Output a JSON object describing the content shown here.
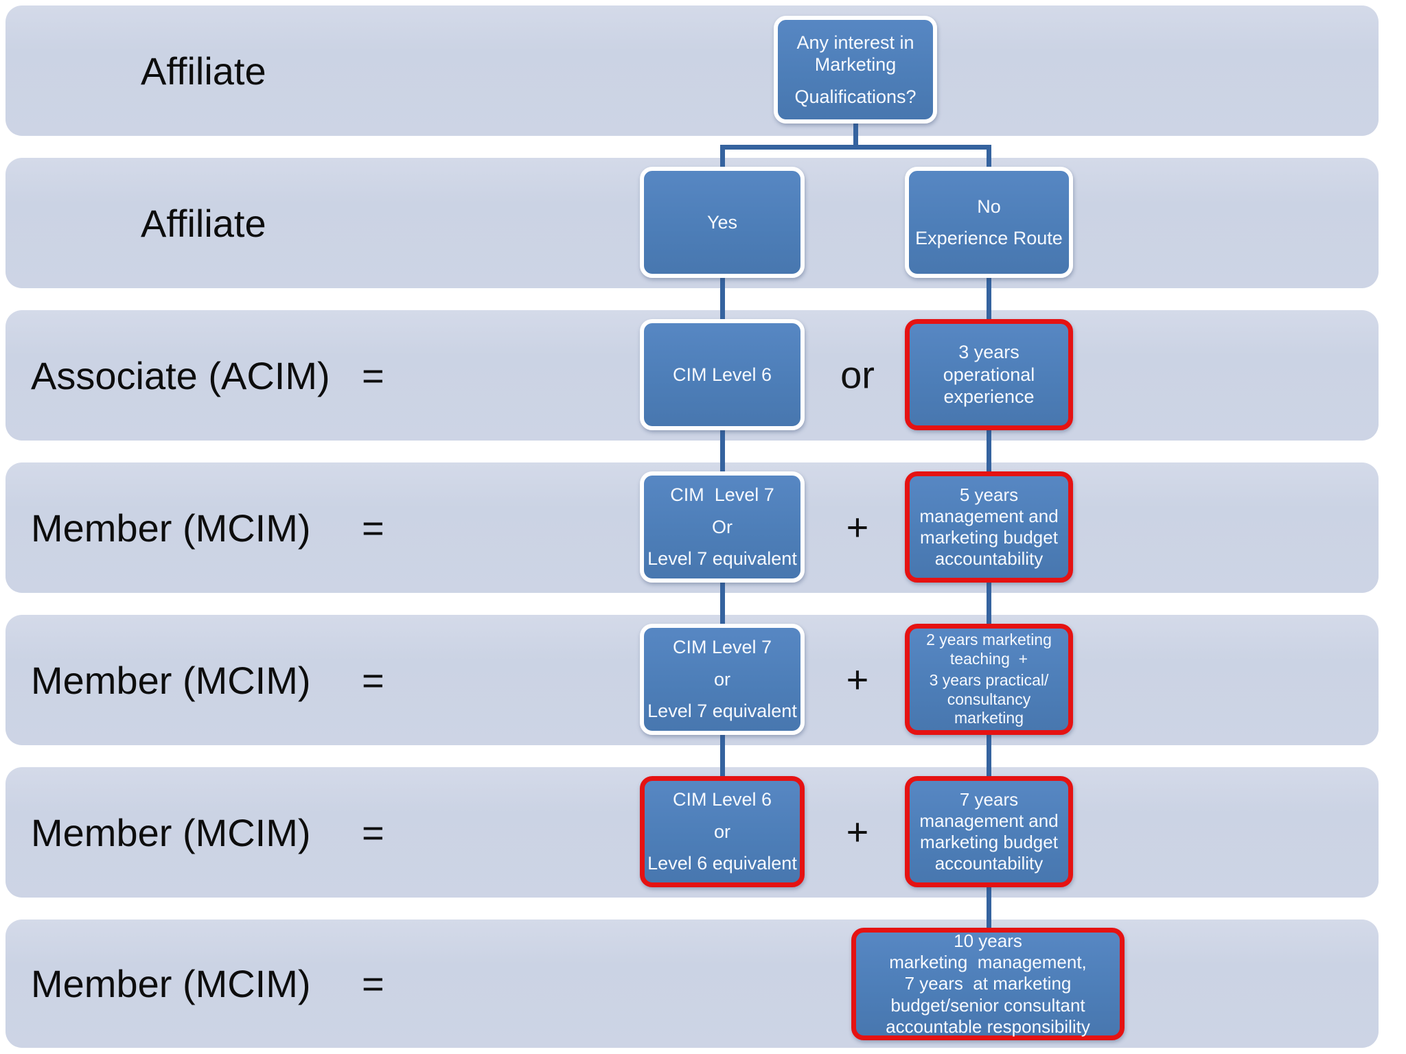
{
  "title": "Marketing qualifications membership routes flowchart",
  "rows": [
    {
      "label": "Affiliate",
      "equals": "",
      "operator": "",
      "boxes": [
        {
          "id": "any-interest-in-marketing-qualifications",
          "column": "top",
          "border": "white",
          "paragraphs": [
            [
              "Any interest in",
              "Marketing"
            ],
            [
              "Qualifications?"
            ]
          ]
        }
      ]
    },
    {
      "label": "Affiliate",
      "equals": "",
      "operator": "",
      "boxes": [
        {
          "id": "yes",
          "column": "left",
          "border": "white",
          "paragraphs": [
            [
              "Yes"
            ]
          ]
        },
        {
          "id": "no-experience-route",
          "column": "right",
          "border": "white",
          "paragraphs": [
            [
              "No"
            ],
            [
              "Experience Route"
            ]
          ]
        }
      ]
    },
    {
      "label": "Associate (ACIM)",
      "equals": "=",
      "operator": "or",
      "boxes": [
        {
          "id": "cim-level-6",
          "column": "left",
          "border": "white",
          "paragraphs": [
            [
              "CIM Level 6"
            ]
          ]
        },
        {
          "id": "3-years-operational-experience",
          "column": "right",
          "border": "red",
          "paragraphs": [
            [
              "3 years",
              "operational",
              "experience"
            ]
          ]
        }
      ]
    },
    {
      "label": "Member (MCIM)",
      "equals": "=",
      "operator": "+",
      "boxes": [
        {
          "id": "cim-level-7-or-level-7-equivalent",
          "column": "left",
          "border": "white",
          "paragraphs": [
            [
              "CIM  Level 7"
            ],
            [
              "Or"
            ],
            [
              "Level 7 equivalent"
            ]
          ]
        },
        {
          "id": "5-years-management-and-marketing-budget-accountability",
          "column": "right",
          "border": "red",
          "paragraphs": [
            [
              "5 years",
              "management and",
              "marketing budget",
              "accountability"
            ]
          ]
        }
      ]
    },
    {
      "label": "Member (MCIM)",
      "equals": "=",
      "operator": "+",
      "boxes": [
        {
          "id": "cim-level-7-or-level-7-equivalent-2",
          "column": "left",
          "border": "white",
          "paragraphs": [
            [
              "CIM Level 7"
            ],
            [
              "or"
            ],
            [
              "Level 7 equivalent"
            ]
          ]
        },
        {
          "id": "2-years-marketing-teaching-plus-3-years-practical",
          "column": "right",
          "border": "red",
          "paragraphs": [
            [
              "2 years marketing",
              "teaching  +"
            ],
            [
              "3 years practical/",
              "consultancy",
              "marketing"
            ]
          ]
        }
      ]
    },
    {
      "label": "Member (MCIM)",
      "equals": "=",
      "operator": "+",
      "boxes": [
        {
          "id": "cim-level-6-or-level-6-equivalent",
          "column": "left",
          "border": "red",
          "paragraphs": [
            [
              "CIM Level 6"
            ],
            [
              "or"
            ],
            [
              "Level 6 equivalent"
            ]
          ]
        },
        {
          "id": "7-years-management-and-marketing-budget-accountability",
          "column": "right",
          "border": "red",
          "paragraphs": [
            [
              "7 years",
              "management and",
              "marketing budget",
              "accountability"
            ]
          ]
        }
      ]
    },
    {
      "label": "Member (MCIM)",
      "equals": "=",
      "operator": "",
      "boxes": [
        {
          "id": "10-years-marketing-management",
          "column": "wide",
          "border": "red",
          "paragraphs": [
            [
              "10 years",
              "marketing  management,",
              "7 years  at marketing",
              "budget/senior consultant",
              "accountable responsibility"
            ]
          ]
        }
      ]
    }
  ],
  "colors": {
    "background": "#ffffff",
    "band": "#cdd4e5",
    "node_fill": "#4e80ba",
    "node_border_white": "#ffffff",
    "node_border_red": "#e51212",
    "connector": "#35639f",
    "label_text": "#0d0d0d",
    "node_text": "#f6f9fe"
  }
}
